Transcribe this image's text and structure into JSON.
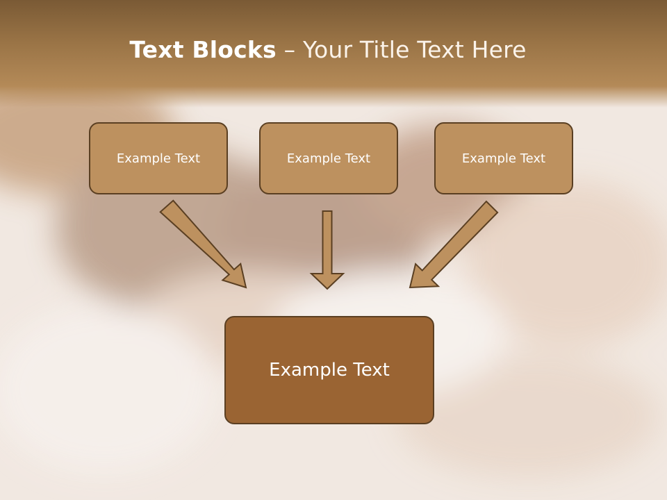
{
  "slide": {
    "title_bold": "Text Blocks",
    "title_dash": " – ",
    "title_light": "Your Title Text Here"
  },
  "blocks": {
    "left": "Example Text",
    "center": "Example Text",
    "right": "Example Text",
    "bottom": "Example Text"
  },
  "colors": {
    "box_fill": "#bd915f",
    "box_fill_main": "#9a6433",
    "box_border": "#5a3f22",
    "arrow_fill": "#bd915f",
    "title_band": "#9a7446"
  }
}
